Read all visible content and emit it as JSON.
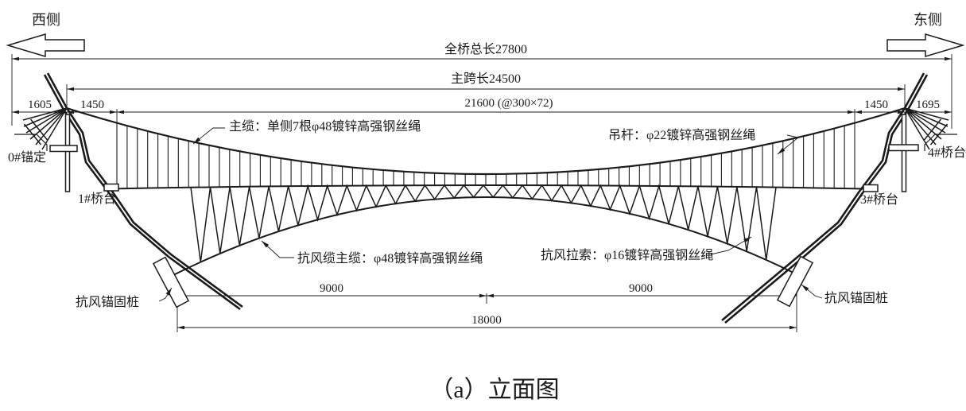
{
  "diagram": {
    "caption": "（a）立面图",
    "west_label": "西侧",
    "east_label": "东侧",
    "dims": {
      "total": "全桥总长27800",
      "main_span": "主跨长24500",
      "hanger_layout": "21600 (@300×72)",
      "left_anchor_offset": "1605",
      "left_tower_offset": "1450",
      "right_tower_offset": "1450",
      "right_anchor_offset": "1695",
      "wind_left_half": "9000",
      "wind_right_half": "9000",
      "wind_total": "18000"
    },
    "callouts": {
      "main_cable": "主缆：单侧7根φ48镀锌高强钢丝绳",
      "hanger": "吊杆：φ22镀锌高强钢丝绳",
      "wind_main_cable": "抗风缆主缆：φ48镀锌高强钢丝绳",
      "wind_stay": "抗风拉索：φ16镀锌高强钢丝绳",
      "wind_anchor_pile_left": "抗风锚固桩",
      "wind_anchor_pile_right": "抗风锚固桩",
      "anchorage_left": "0#锚定",
      "abutment_1": "1#桥台",
      "abutment_3": "3#桥台",
      "abutment_4": "4#桥台"
    },
    "colors": {
      "ink": "#1b1b1b",
      "background": "#ffffff"
    }
  }
}
